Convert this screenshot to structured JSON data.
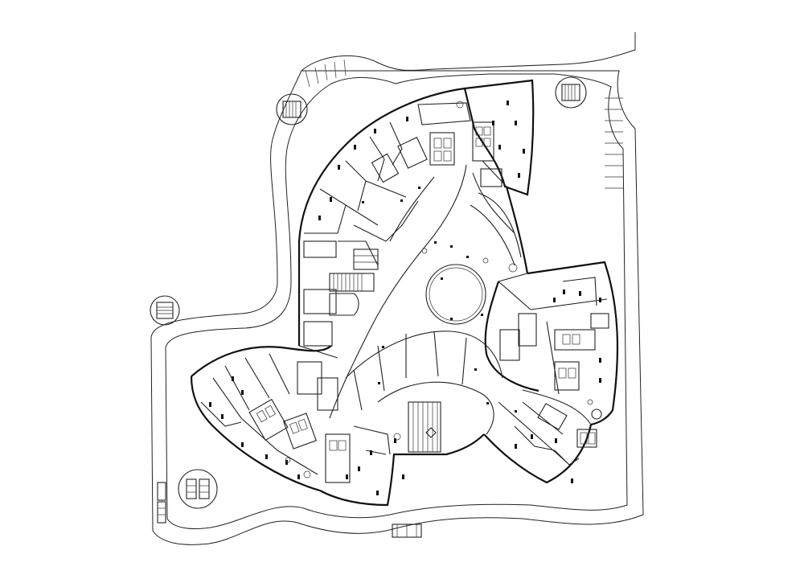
{
  "drawing": {
    "type": "architectural floor plan",
    "line_color": "#111111",
    "background": "#ffffff",
    "wings": 3,
    "central_atrium": "circular",
    "kiosks": 4
  }
}
